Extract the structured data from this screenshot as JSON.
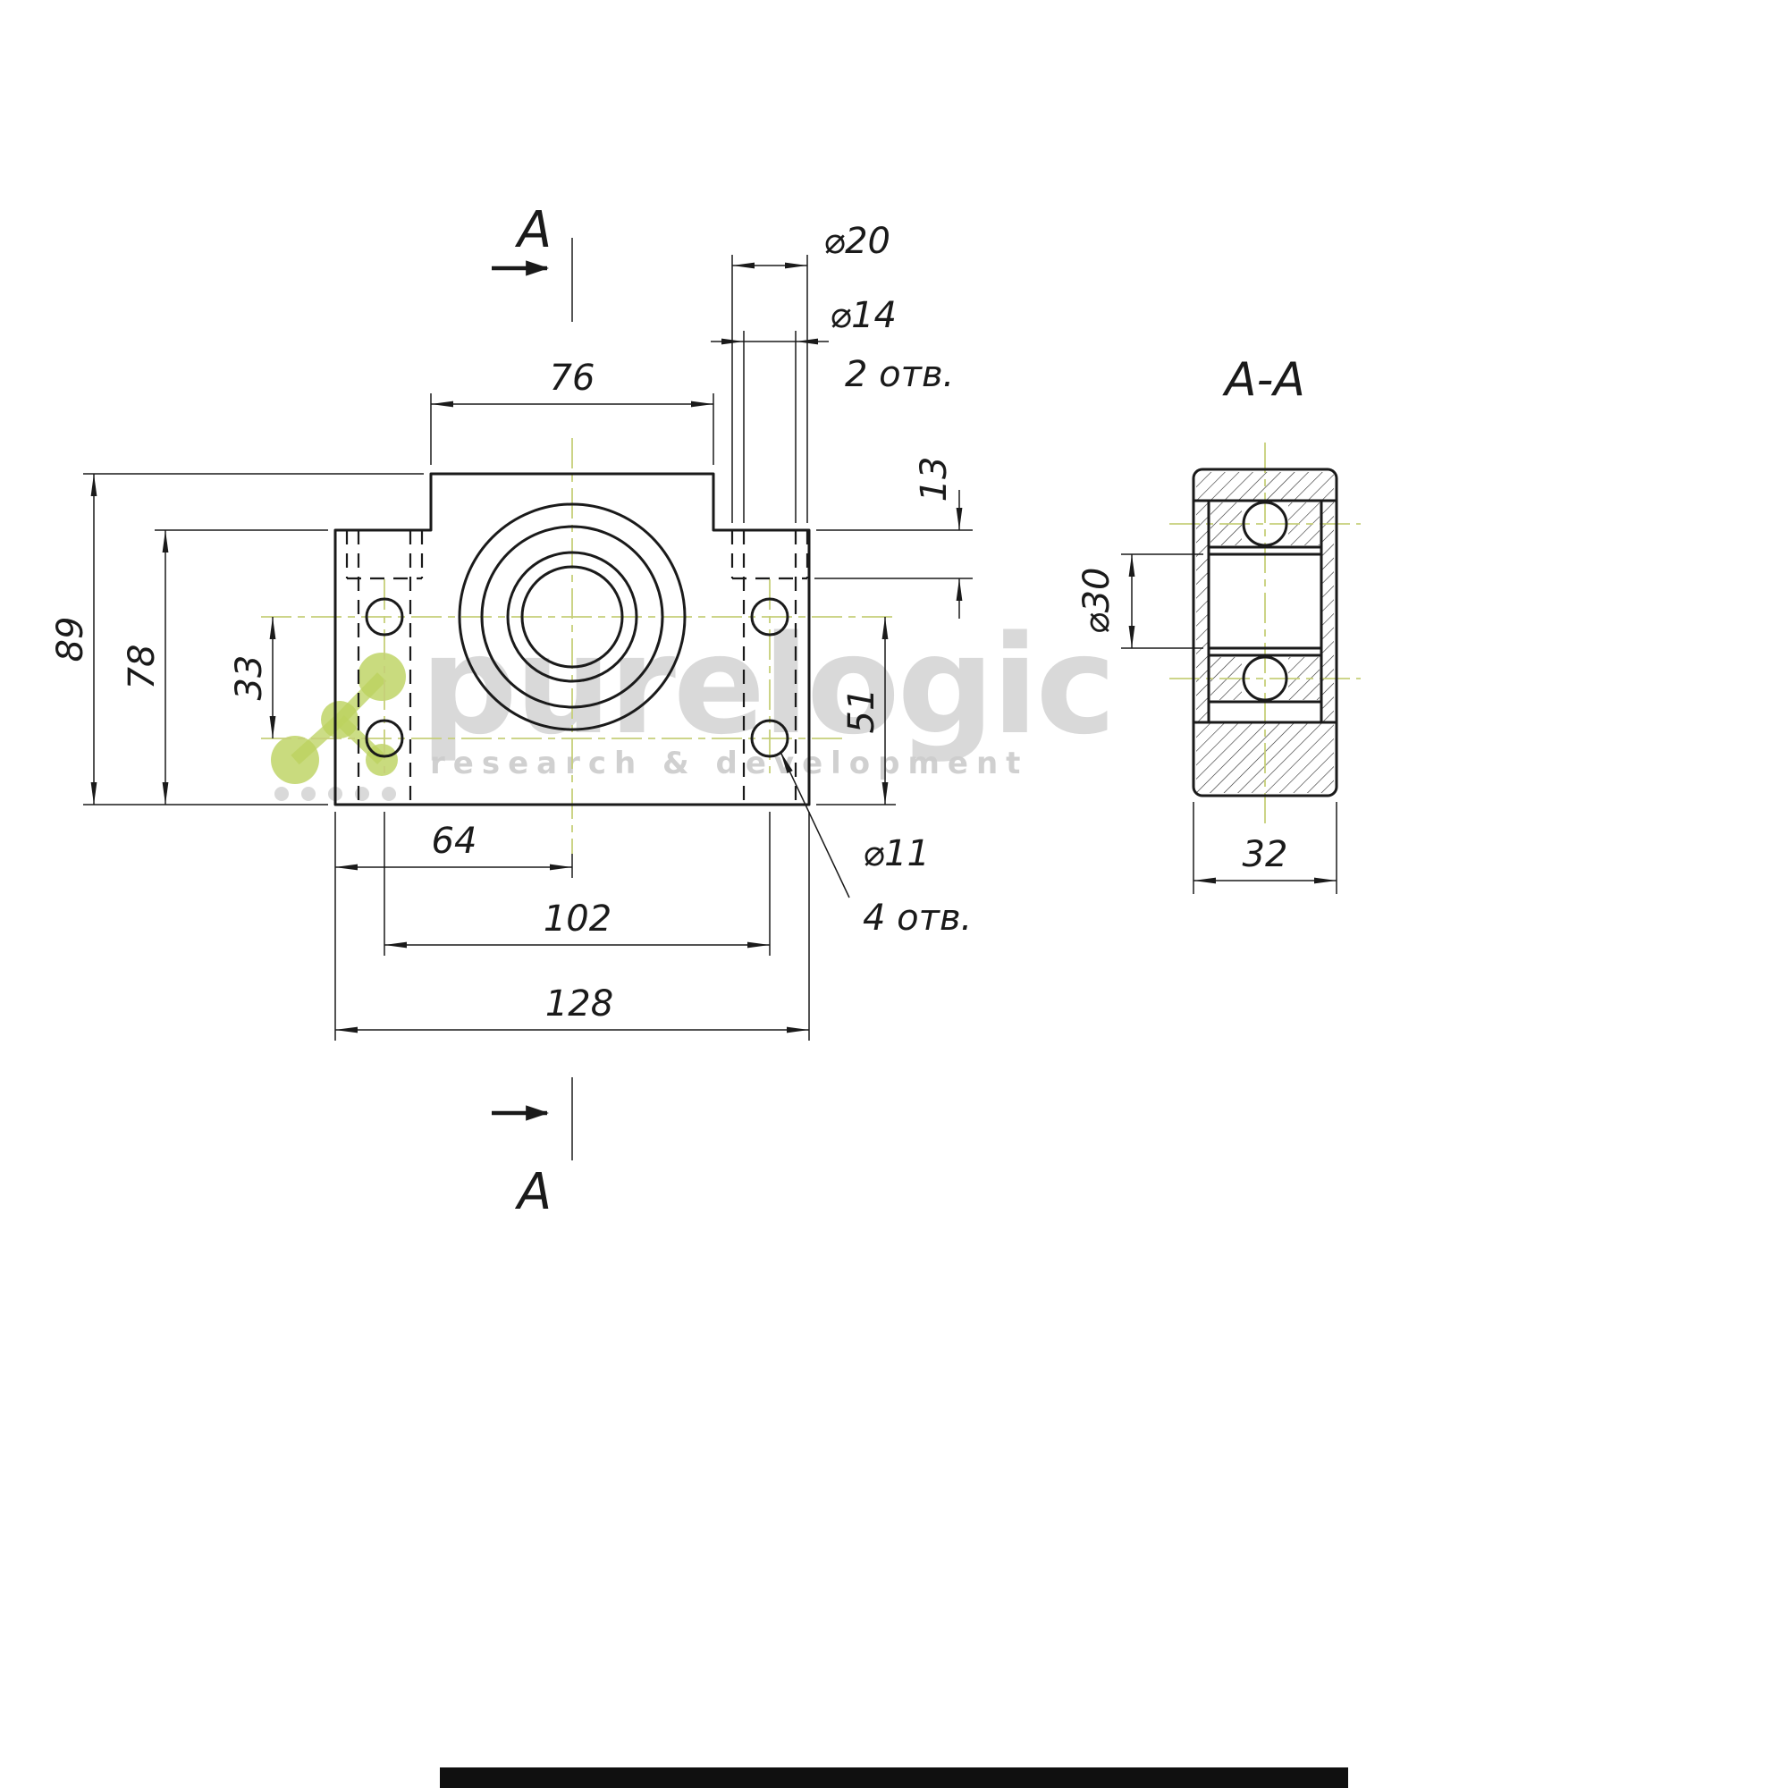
{
  "colors": {
    "line": "#1a1a1a",
    "centerline": "#c6cf79",
    "logo_green": "#bcd25e",
    "watermark_gray": "#d0d0d0"
  },
  "watermark": {
    "brand": "purelogic",
    "tagline": "research & development"
  },
  "front_view": {
    "section_letter_top": "A",
    "section_letter_bottom": "A",
    "dim_76": "76",
    "dim_89": "89",
    "dim_78": "78",
    "dim_33": "33",
    "dim_51": "51",
    "dim_13": "13",
    "dim_64": "64",
    "dim_102": "102",
    "dim_128": "128",
    "dia20": "⌀20",
    "dia14": "⌀14",
    "dia14_note": "2 отв.",
    "dia11": "⌀11",
    "dia11_note": "4 отв."
  },
  "section_view": {
    "title": "A-A",
    "dia30": "⌀30",
    "dim_32": "32"
  }
}
